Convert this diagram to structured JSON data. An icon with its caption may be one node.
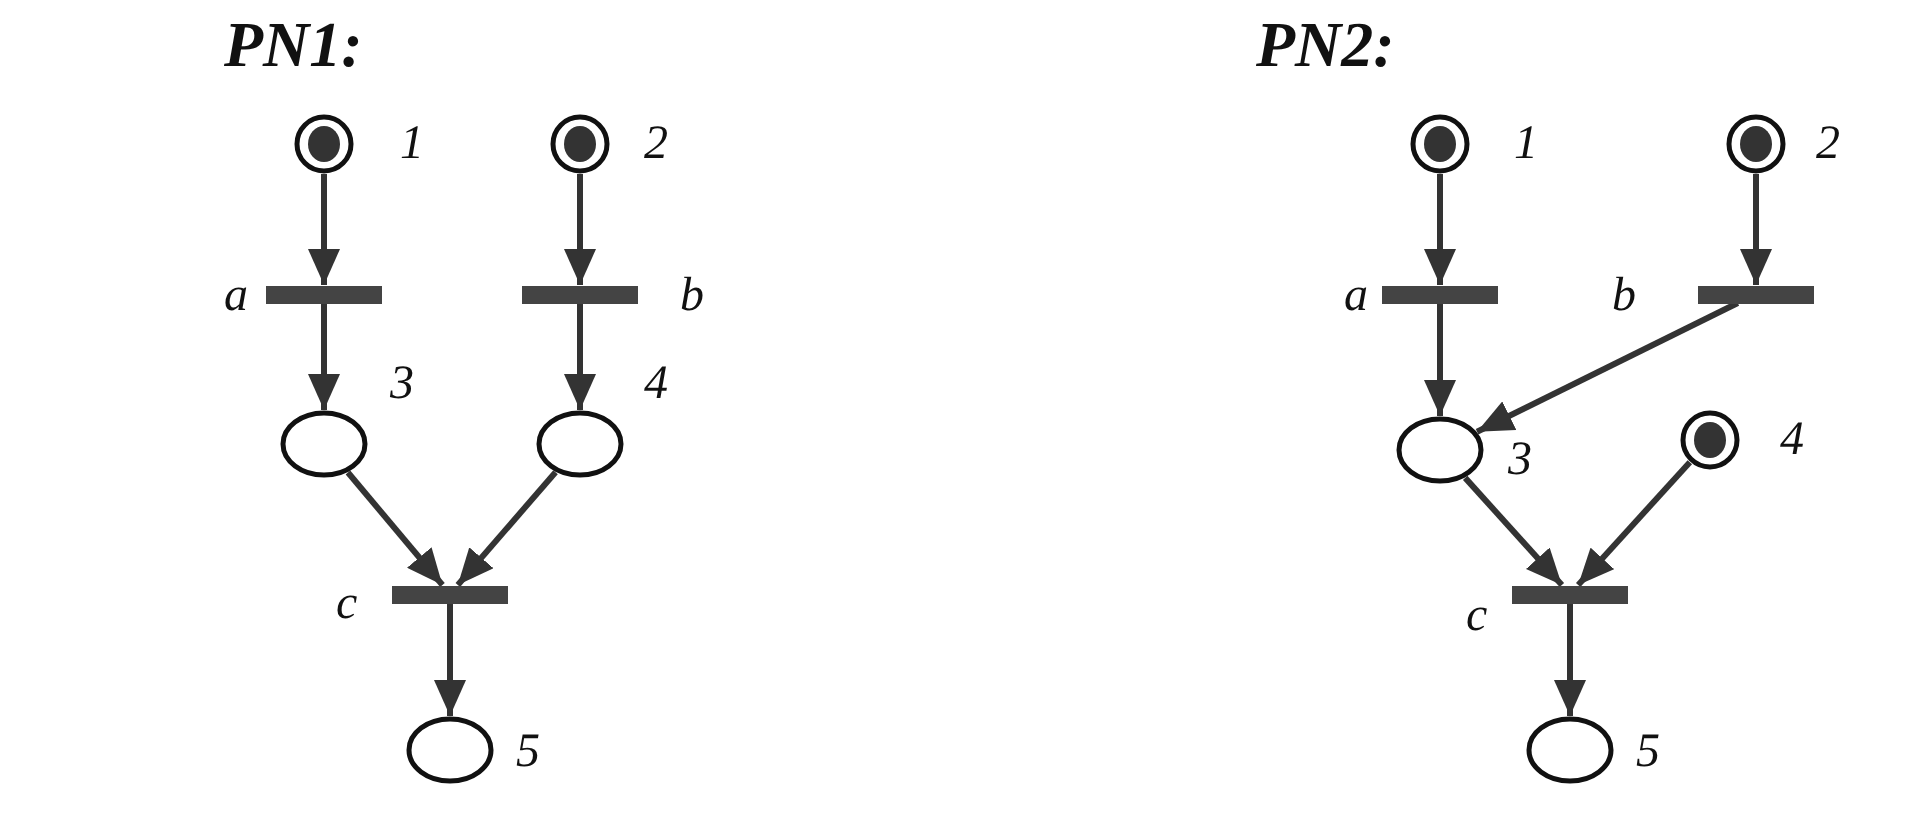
{
  "diagram": {
    "nodes": [
      {
        "text": [],
        "shape": "circle",
        "beside": [
          "1"
        ]
      },
      {
        "text": [],
        "shape": "circle",
        "in": 0
      },
      {
        "text": [],
        "shape": "circle",
        "beside": [
          "2"
        ]
      },
      {
        "text": [],
        "shape": "circle",
        "in": 2
      },
      {
        "text": [],
        "shape": "bar",
        "beside": [
          "a"
        ]
      },
      {
        "text": [],
        "shape": "bar",
        "beside": [
          "b"
        ]
      },
      {
        "text": [],
        "shape": "circle",
        "beside": [
          "3"
        ]
      },
      {
        "text": [],
        "shape": "circle",
        "beside": [
          "4"
        ]
      },
      {
        "text": [],
        "shape": "bar",
        "beside": [
          "c"
        ]
      },
      {
        "text": [],
        "shape": "circle",
        "beside": [
          "5"
        ]
      },
      {
        "text": [],
        "shape": "circle",
        "beside": [
          "1"
        ]
      },
      {
        "text": [],
        "shape": "circle",
        "in": 10
      },
      {
        "text": [],
        "shape": "circle",
        "beside": [
          "2"
        ]
      },
      {
        "text": [],
        "shape": "circle",
        "in": 12
      },
      {
        "text": [],
        "shape": "bar",
        "beside": [
          "a"
        ]
      },
      {
        "text": [],
        "shape": "bar",
        "beside": [
          "b"
        ]
      },
      {
        "text": [],
        "shape": "circle",
        "beside": [
          "3"
        ]
      },
      {
        "text": [],
        "shape": "circle",
        "beside": [
          "4"
        ]
      },
      {
        "text": [],
        "shape": "circle",
        "in": 17
      },
      {
        "text": [],
        "shape": "bar",
        "beside": [
          "c"
        ]
      },
      {
        "text": [],
        "shape": "circle",
        "beside": [
          "5"
        ]
      }
    ],
    "edges": [
      {
        "from": 0,
        "to": 4,
        "arrow": "to"
      },
      {
        "from": 4,
        "to": 6,
        "arrow": "to"
      },
      {
        "from": 2,
        "to": 5,
        "arrow": "to"
      },
      {
        "from": 5,
        "to": 7,
        "arrow": "to"
      },
      {
        "from": 6,
        "to": 8,
        "arrow": "to"
      },
      {
        "from": 7,
        "to": 8,
        "arrow": "to"
      },
      {
        "from": 8,
        "to": 9,
        "arrow": "to"
      },
      {
        "from": 10,
        "to": 14,
        "arrow": "to"
      },
      {
        "from": 14,
        "to": 16,
        "arrow": "to"
      },
      {
        "from": 12,
        "to": 15,
        "arrow": "to"
      },
      {
        "from": 15,
        "to": 16,
        "arrow": "to"
      },
      {
        "from": 16,
        "to": 19,
        "arrow": "to"
      },
      {
        "from": 17,
        "to": 19,
        "arrow": "to"
      },
      {
        "from": 19,
        "to": 20,
        "arrow": "to"
      }
    ],
    "labels": [
      "PN1:",
      "PN2:"
    ]
  }
}
